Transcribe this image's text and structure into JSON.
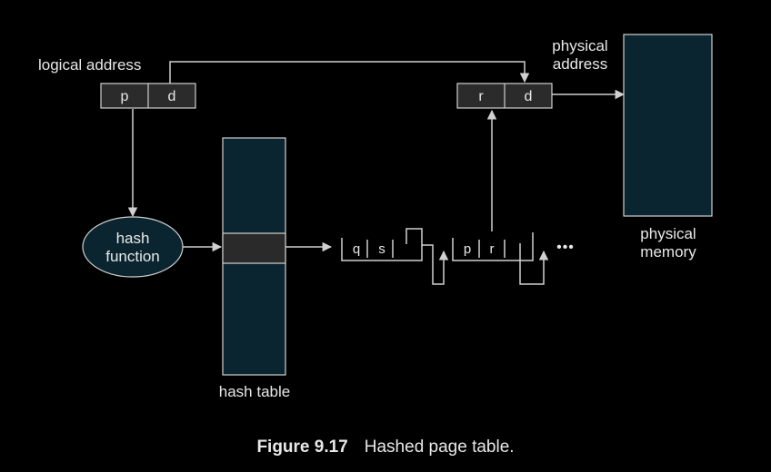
{
  "labels": {
    "logical_address": "logical address",
    "physical_address_line1": "physical",
    "physical_address_line2": "address",
    "physical_memory_line1": "physical",
    "physical_memory_line2": "memory",
    "hash_function_line1": "hash",
    "hash_function_line2": "function",
    "hash_table": "hash table"
  },
  "logical_address_fields": [
    "p",
    "d"
  ],
  "physical_address_fields": [
    "r",
    "d"
  ],
  "chain": {
    "node1": [
      "q",
      "s"
    ],
    "node2": [
      "p",
      "r"
    ],
    "ellipsis": "•••"
  },
  "caption": {
    "number": "Figure 9.17",
    "text": "Hashed page table."
  },
  "colors": {
    "background": "#000000",
    "fill_dark": "#0b2530",
    "box_fill": "#2b2b2b",
    "slot_fill": "#2a2a2a",
    "line": "#d0d0d0",
    "text": "#e8e8e8"
  }
}
